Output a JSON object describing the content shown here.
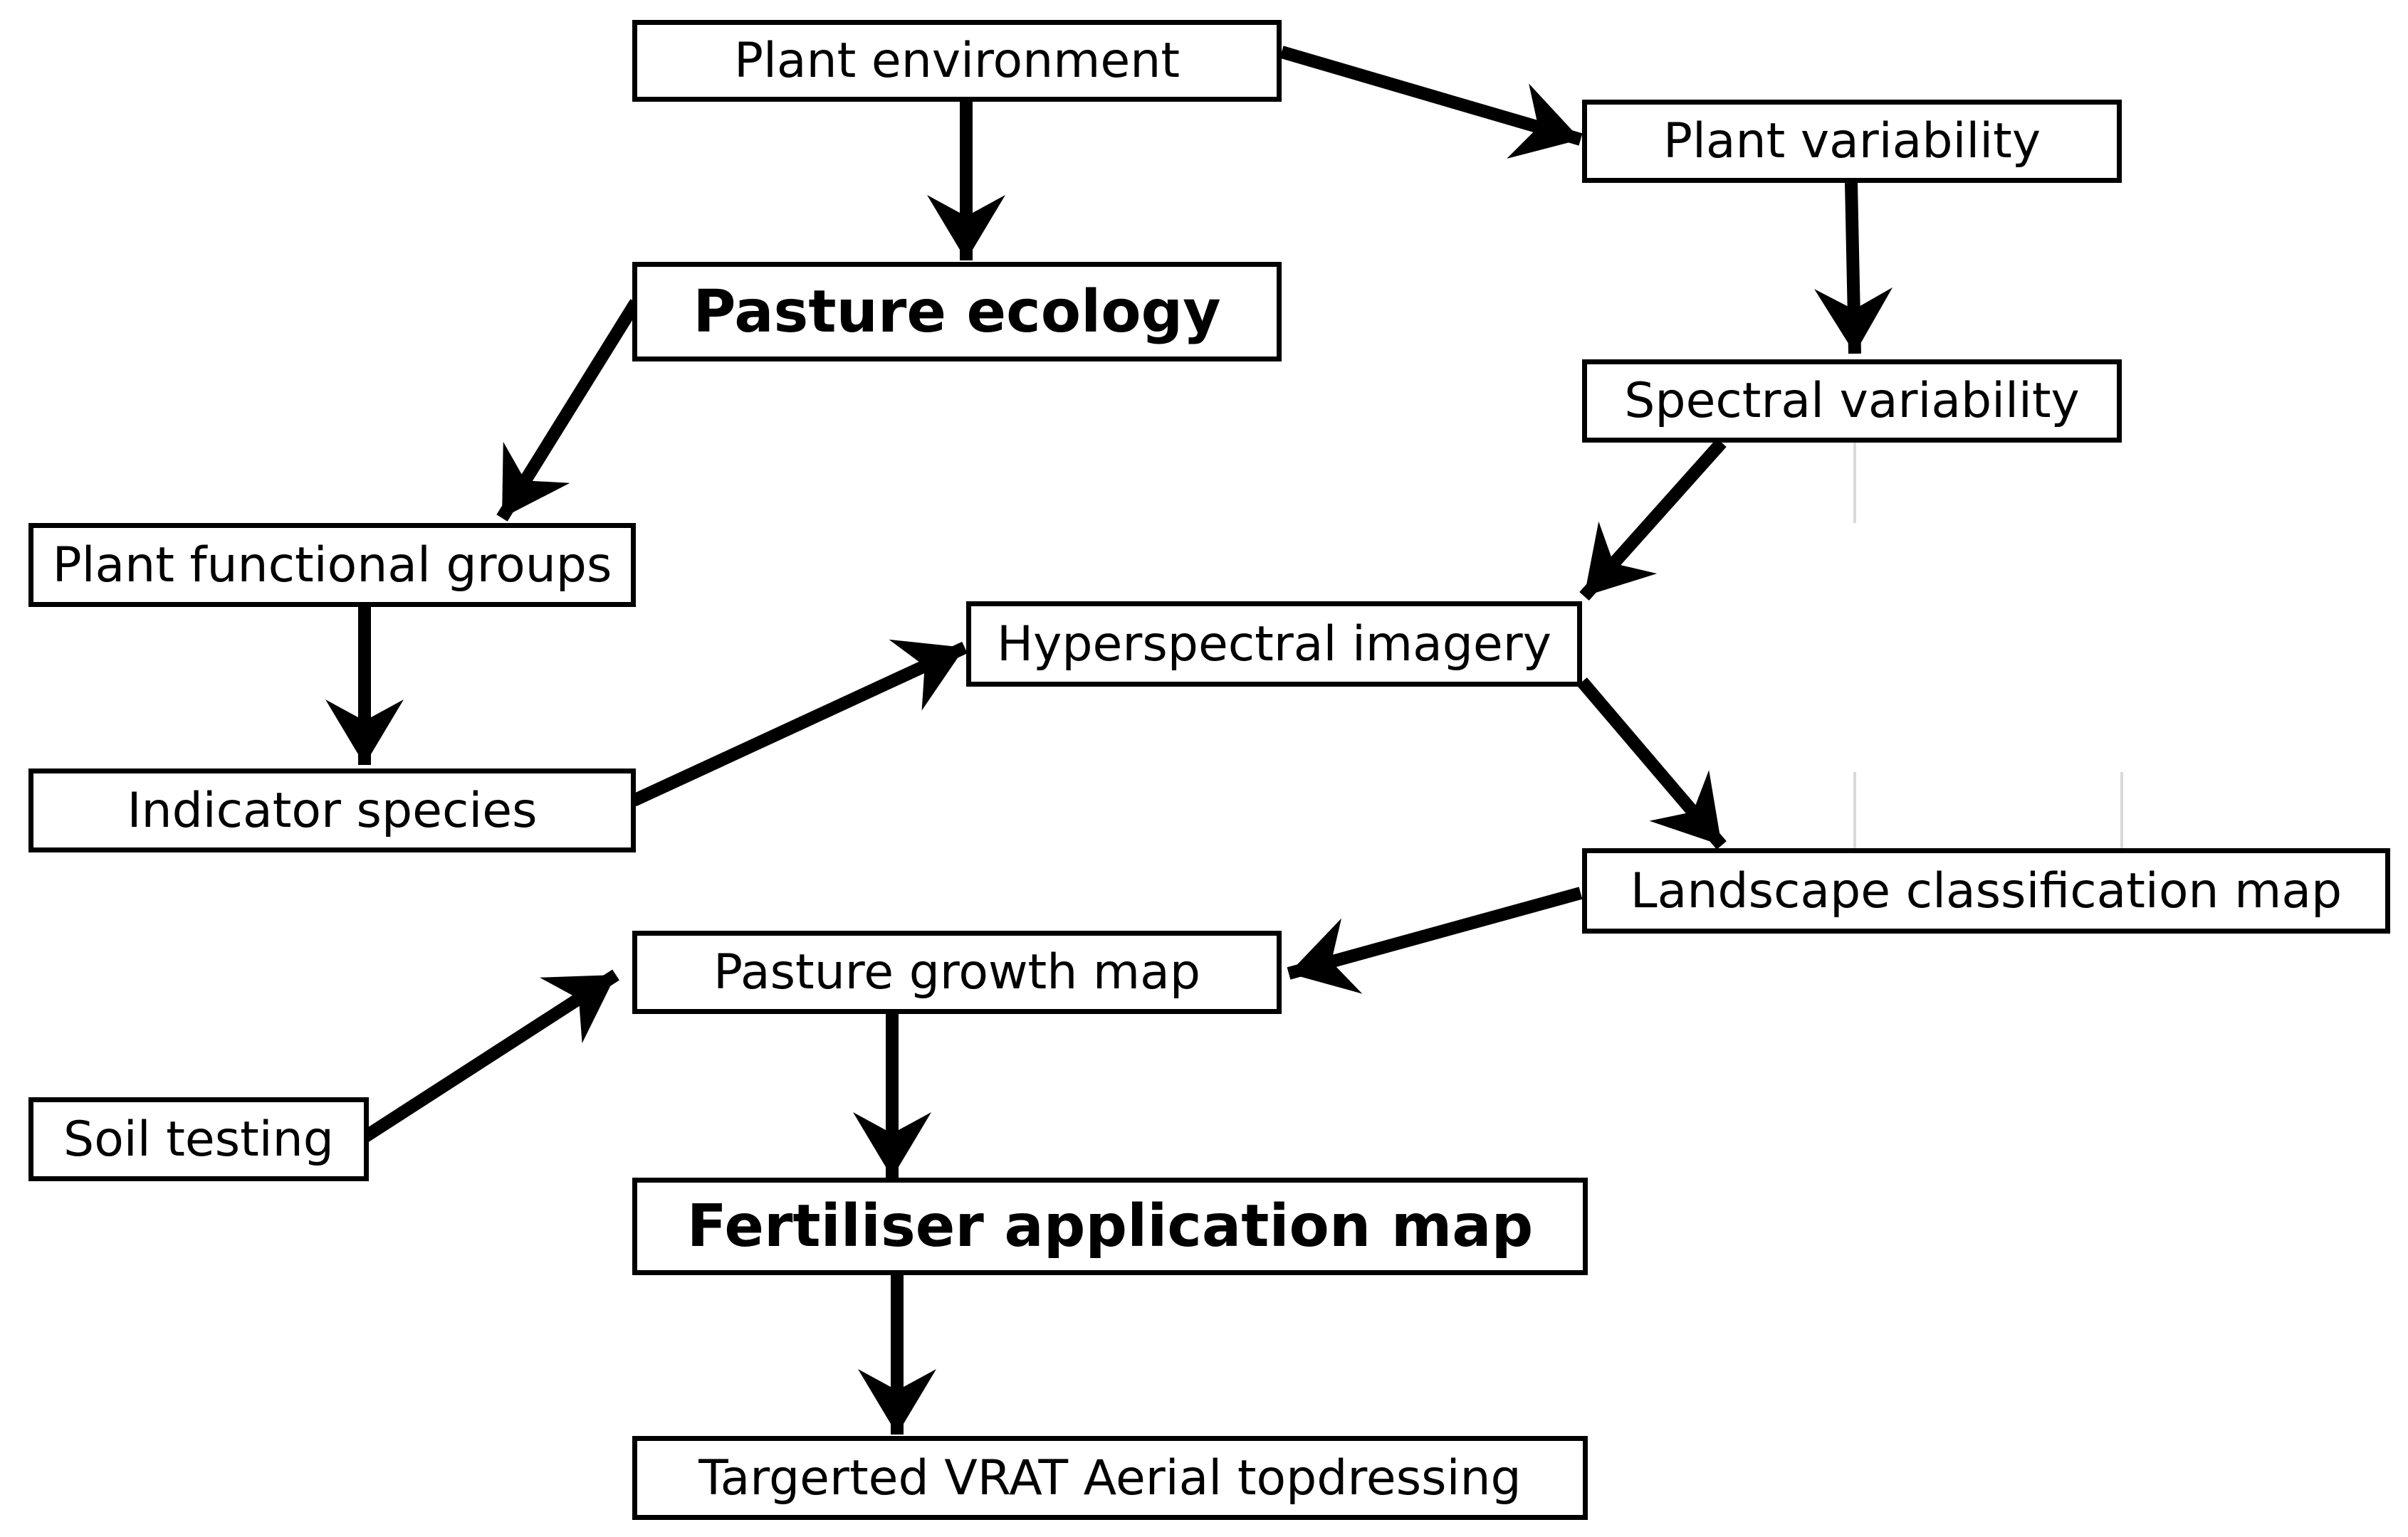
{
  "colors": {
    "stroke": "#000000",
    "background": "#ffffff",
    "faint_line": "#d9d9d9"
  },
  "nodes": {
    "plant_environment": "Plant environment",
    "plant_variability": "Plant variability",
    "pasture_ecology": "Pasture ecology",
    "spectral_variability": "Spectral variability",
    "plant_functional_groups": "Plant functional groups",
    "hyperspectral_imagery": "Hyperspectral imagery",
    "indicator_species": "Indicator species",
    "landscape_classification_map": "Landscape classification map",
    "pasture_growth_map": "Pasture growth map",
    "soil_testing": "Soil testing",
    "fertiliser_application_map": "Fertiliser application map",
    "targeted_vrat": "Targerted VRAT Aerial topdressing"
  },
  "edges": [
    {
      "from": "Plant environment",
      "to": "Pasture ecology"
    },
    {
      "from": "Plant environment",
      "to": "Plant variability"
    },
    {
      "from": "Plant variability",
      "to": "Spectral variability"
    },
    {
      "from": "Pasture ecology",
      "to": "Plant functional groups"
    },
    {
      "from": "Plant functional groups",
      "to": "Indicator species"
    },
    {
      "from": "Spectral variability",
      "to": "Hyperspectral imagery"
    },
    {
      "from": "Indicator species",
      "to": "Hyperspectral imagery"
    },
    {
      "from": "Hyperspectral imagery",
      "to": "Landscape classification map"
    },
    {
      "from": "Landscape classification map",
      "to": "Pasture growth map"
    },
    {
      "from": "Soil testing",
      "to": "Pasture growth map"
    },
    {
      "from": "Pasture growth map",
      "to": "Fertiliser application map"
    },
    {
      "from": "Fertiliser application map",
      "to": "Targerted VRAT Aerial topdressing"
    }
  ]
}
